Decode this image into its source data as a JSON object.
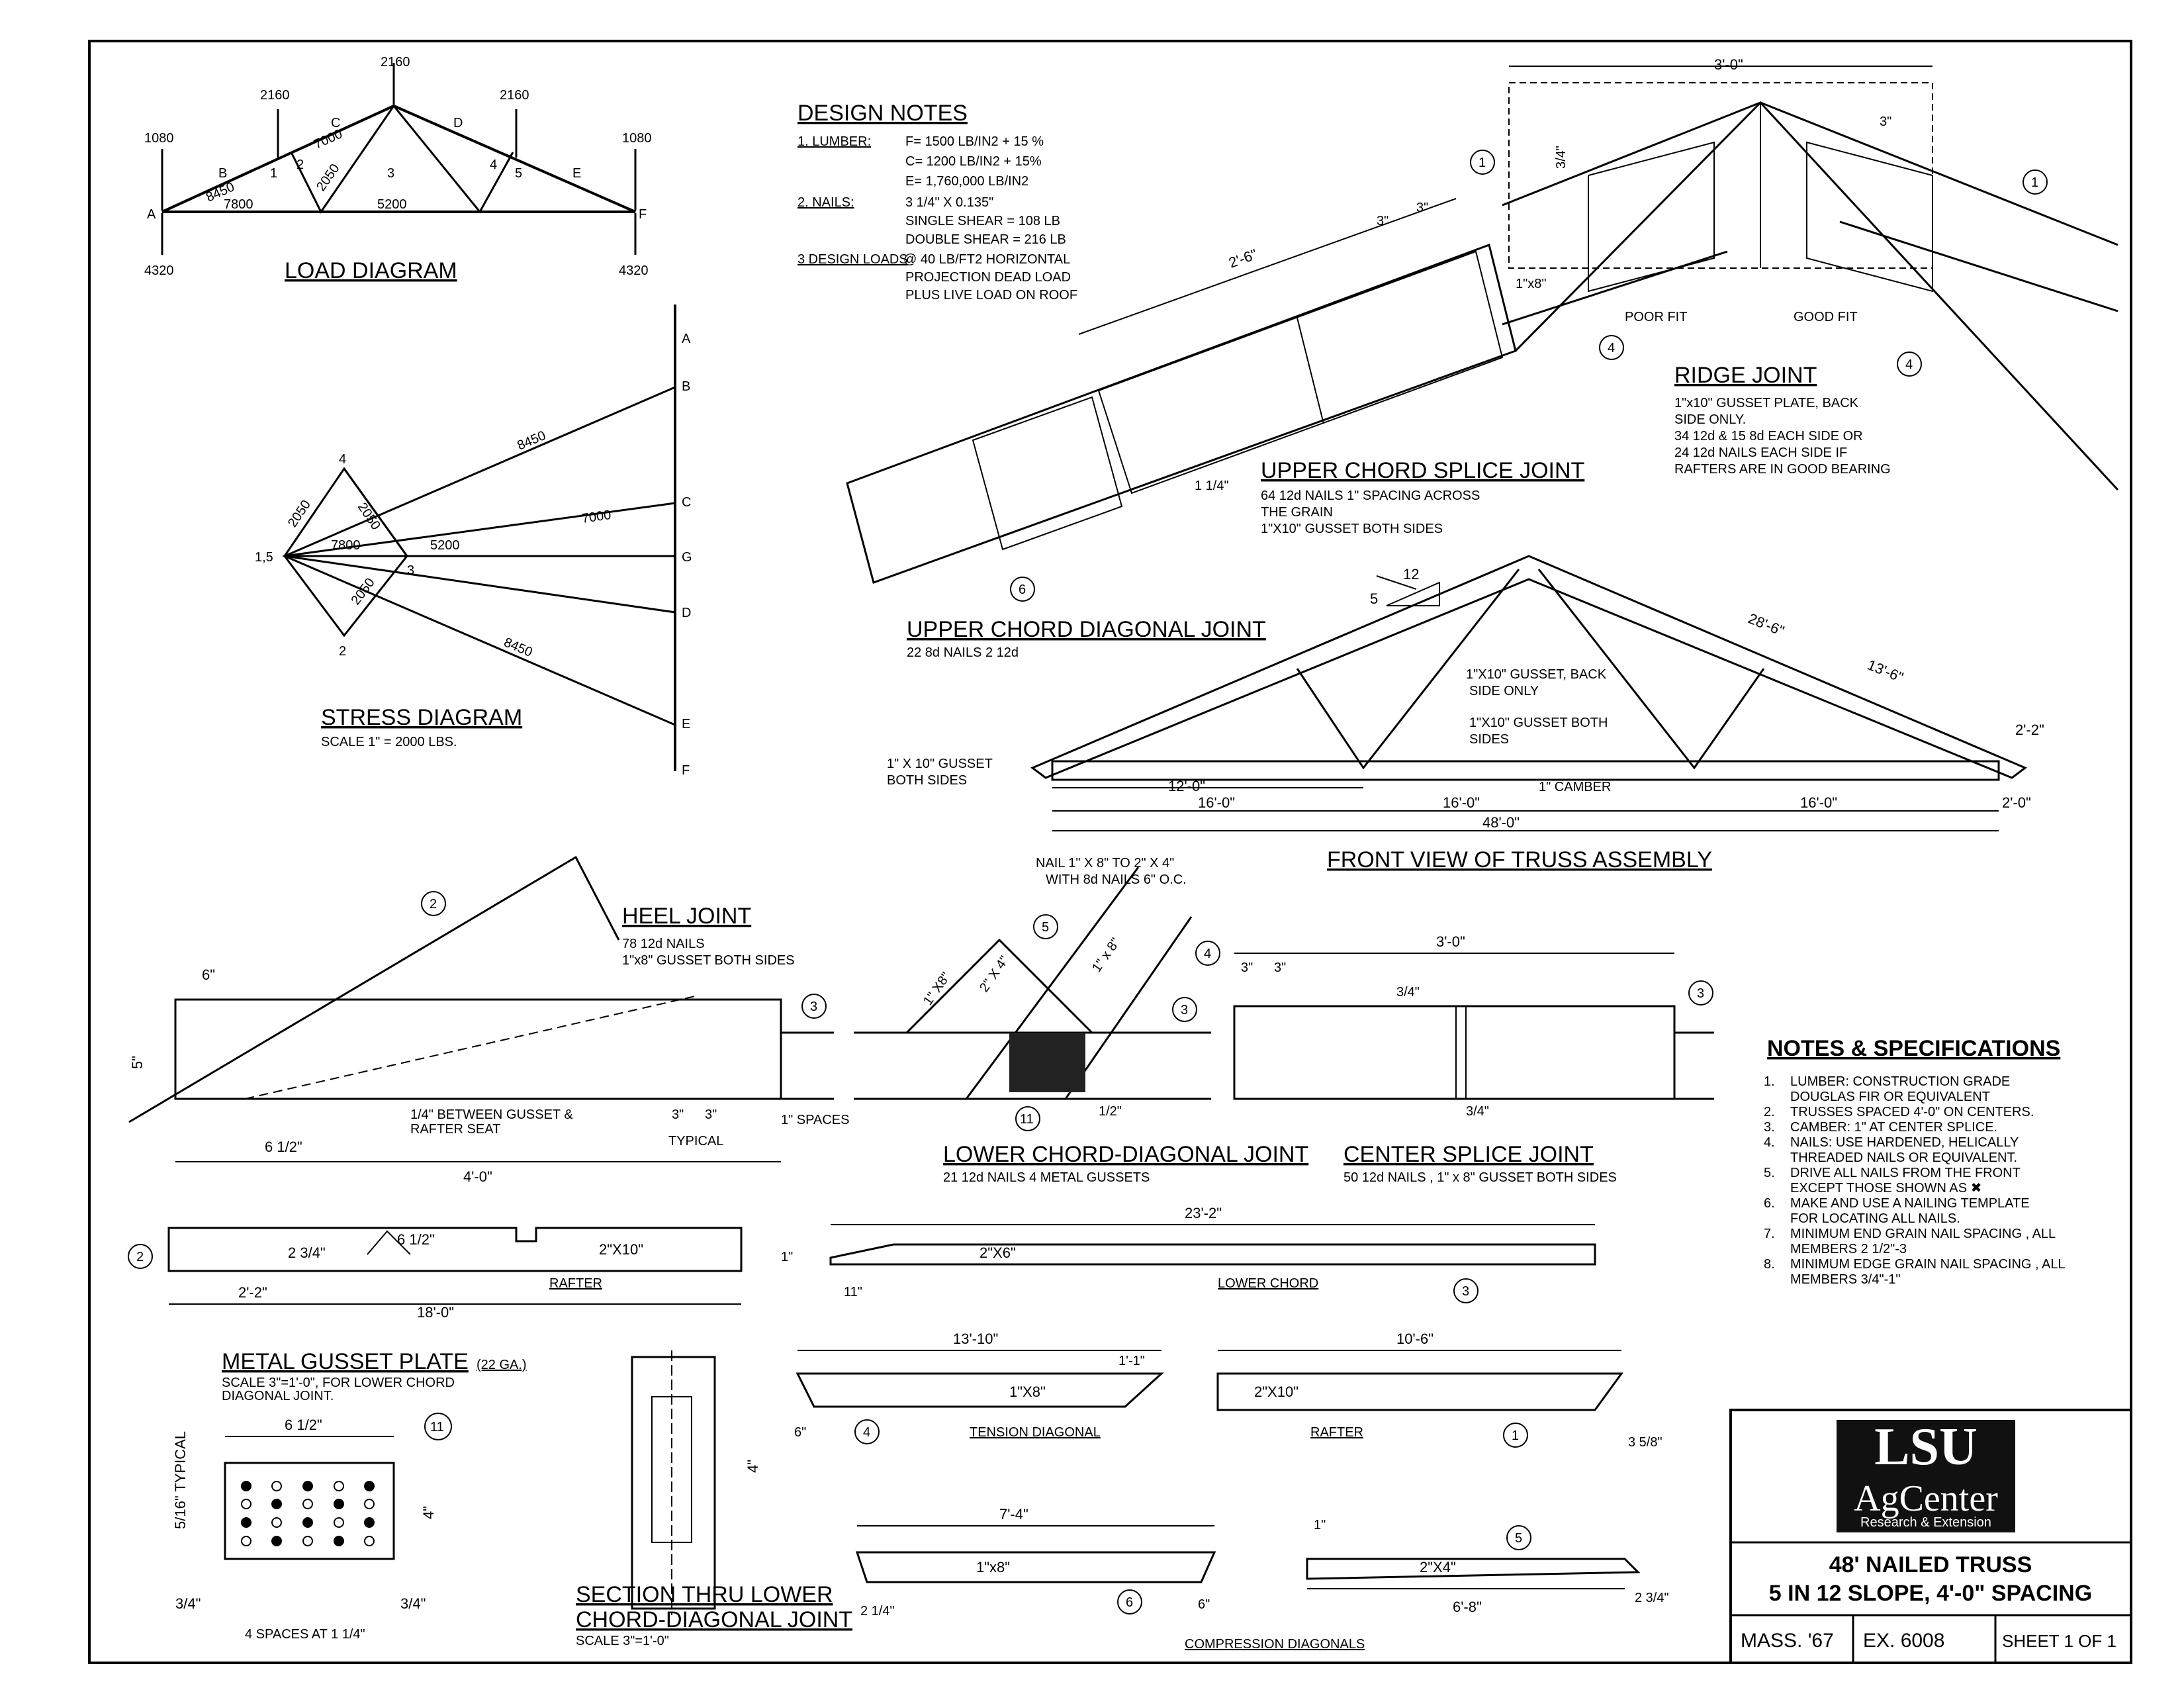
{
  "load_diagram": {
    "title": "LOAD DIAGRAM",
    "loads_top": [
      "2160",
      "2160",
      "2160"
    ],
    "loads_end": [
      "1080",
      "1080"
    ],
    "reactions": [
      "4320",
      "4320"
    ],
    "node_labels": [
      "A",
      "B",
      "C",
      "D",
      "E",
      "F",
      "1",
      "2",
      "3",
      "4",
      "5"
    ],
    "members": [
      "8450",
      "7000",
      "2050",
      "7800",
      "5200"
    ]
  },
  "stress_diagram": {
    "title": "STRESS DIAGRAM",
    "scale": "SCALE 1\" = 2000 LBS.",
    "nodes": [
      "1,5",
      "2",
      "3",
      "4"
    ],
    "line_labels": [
      "A",
      "B",
      "C",
      "G",
      "D",
      "E",
      "F"
    ],
    "values": [
      "8450",
      "8450",
      "7000",
      "2050",
      "2050",
      "2050",
      "7800",
      "5200"
    ]
  },
  "design_notes": {
    "title": "DESIGN NOTES",
    "lumber_label": "1. LUMBER:",
    "lumber": [
      "F= 1500 LB/IN2 + 15 %",
      "C= 1200 LB/IN2 + 15%",
      "E= 1,760,000 LB/IN2"
    ],
    "nails_label": "2. NAILS:",
    "nails": [
      "3 1/4\" X 0.135\"",
      "SINGLE SHEAR = 108 LB",
      "DOUBLE SHEAR = 216 LB"
    ],
    "loads_label": "3 DESIGN LOADS",
    "loads": [
      "@ 40 LB/FT2 HORIZONTAL",
      "PROJECTION DEAD LOAD",
      "PLUS LIVE LOAD ON ROOF"
    ]
  },
  "ridge_joint": {
    "title": "RIDGE JOINT",
    "lines": [
      "1\"x10\" GUSSET PLATE, BACK",
      "SIDE ONLY.",
      "34 12d & 15 8d EACH SIDE OR",
      "24 12d NAILS EACH SIDE IF",
      "RAFTERS ARE IN GOOD BEARING"
    ],
    "dims": [
      "3'-0\"",
      "3\"",
      "3/4\"",
      "1\"x8\""
    ],
    "poor_fit": "POOR FIT",
    "good_fit": "GOOD FIT",
    "tags": [
      "1",
      "1",
      "4",
      "4"
    ]
  },
  "upper_chord_splice": {
    "title": "UPPER CHORD SPLICE JOINT",
    "lines": [
      "64 12d NAILS 1\" SPACING ACROSS",
      "THE GRAIN",
      "1\"X10\" GUSSET BOTH SIDES"
    ],
    "dims": [
      "2'-6\"",
      "3\"",
      "3\"",
      "1 1/4\""
    ]
  },
  "upper_chord_diagonal": {
    "title": "UPPER CHORD DIAGONAL JOINT",
    "lines": [
      "22 8d NAILS 2 12d"
    ],
    "tag": "6"
  },
  "front_view": {
    "title": "FRONT VIEW OF TRUSS ASSEMBLY",
    "slope": [
      "12",
      "5"
    ],
    "notes": [
      "1\"X10\" GUSSET, BACK",
      "SIDE ONLY",
      "1\"X10\" GUSSET BOTH",
      "SIDES",
      "1\" X 10\" GUSSET",
      "BOTH SIDES",
      "1\" CAMBER"
    ],
    "dims": [
      "28'-6\"",
      "13'-6\"",
      "2'-2\"",
      "12'-0\"",
      "16'-0\"",
      "16'-0\"",
      "16'-0\"",
      "48'-0\"",
      "2'-0\""
    ]
  },
  "heel_joint": {
    "title": "HEEL JOINT",
    "lines": [
      "78 12d NAILS",
      "1\"x8\" GUSSET BOTH SIDES"
    ],
    "dims": [
      "6\"",
      "5\"",
      "6 1/2\"",
      "4'-0\"",
      "3\"",
      "3\"",
      "1\" SPACES"
    ],
    "notes": [
      "1/4\" BETWEEN GUSSET &",
      "RAFTER SEAT",
      "TYPICAL"
    ],
    "tags": [
      "2",
      "3"
    ]
  },
  "lower_chord_diagonal": {
    "title": "LOWER CHORD-DIAGONAL JOINT",
    "lines": [
      "21 12d NAILS  4 METAL GUSSETS"
    ],
    "notes": [
      "NAIL 1\" X 8\" TO 2\" X 4\"",
      "WITH 8d NAILS 6\" O.C."
    ],
    "labels": [
      "1\" X8\"",
      "2\" X 4\"",
      "1\" x 8\"",
      "1/2\""
    ],
    "tags": [
      "5",
      "4",
      "3",
      "11"
    ]
  },
  "center_splice": {
    "title": "CENTER SPLICE JOINT",
    "lines": [
      "50 12d NAILS , 1\" x 8\" GUSSET BOTH SIDES"
    ],
    "dims": [
      "3'-0\"",
      "3\"",
      "3\"",
      "3/4\"",
      "3/4\""
    ],
    "tag": "3"
  },
  "notes_specs": {
    "title": "NOTES & SPECIFICATIONS",
    "items": [
      {
        "num": "1.",
        "lines": [
          "LUMBER: CONSTRUCTION GRADE",
          "DOUGLAS FIR OR EQUIVALENT"
        ]
      },
      {
        "num": "2.",
        "lines": [
          "TRUSSES SPACED 4'-0\" ON CENTERS."
        ]
      },
      {
        "num": "3.",
        "lines": [
          "CAMBER: 1\" AT CENTER SPLICE."
        ]
      },
      {
        "num": "4.",
        "lines": [
          "NAILS: USE HARDENED, HELICALLY",
          "THREADED NAILS OR EQUIVALENT."
        ]
      },
      {
        "num": "5.",
        "lines": [
          "DRIVE ALL NAILS FROM THE FRONT",
          "EXCEPT THOSE SHOWN AS ✖"
        ]
      },
      {
        "num": "6.",
        "lines": [
          "MAKE AND USE A NAILING TEMPLATE",
          "FOR LOCATING ALL NAILS."
        ]
      },
      {
        "num": "7.",
        "lines": [
          "MINIMUM END GRAIN NAIL SPACING , ALL",
          "MEMBERS 2 1/2\"-3"
        ]
      },
      {
        "num": "8.",
        "lines": [
          "MINIMUM EDGE GRAIN NAIL SPACING , ALL",
          "MEMBERS 3/4\"-1\""
        ]
      }
    ]
  },
  "rafter_part": {
    "label": "RAFTER",
    "size": "2\"X10\"",
    "dims": [
      "2 3/4\"",
      "6 1/2\"",
      "2'-2\"",
      "18'-0\""
    ],
    "tag": "2"
  },
  "lower_chord_part": {
    "label": "LOWER CHORD",
    "size": "2\"X6\"",
    "dims": [
      "23'-2\"",
      "1\"",
      "11\""
    ],
    "tag": "3"
  },
  "tension_diagonal": {
    "label": "TENSION DIAGONAL",
    "size": "1\"X8\"",
    "dims": [
      "13'-10\"",
      "1'-1\"",
      "6\""
    ],
    "tag": "4"
  },
  "rafter_part2": {
    "label": "RAFTER",
    "size": "2\"X10\"",
    "dims": [
      "10'-6\"",
      "3 5/8\""
    ],
    "tag": "1"
  },
  "metal_gusset": {
    "title": "METAL GUSSET PLATE",
    "gauge": "(22 GA.)",
    "scale_lines": [
      "SCALE 3\"=1'-0\",  FOR LOWER CHORD",
      "DIAGONAL JOINT."
    ],
    "dims": [
      "6 1/2\"",
      "4\"",
      "3/4\"",
      "3/4\"",
      "5/16\" TYPICAL"
    ],
    "spaces": "4 SPACES AT 1 1/4\"",
    "tag": "11"
  },
  "section": {
    "title_lines": [
      "SECTION THRU LOWER",
      "CHORD-DIAGONAL JOINT"
    ],
    "scale": "SCALE  3\"=1'-0\"",
    "dim": "4\""
  },
  "compression_diagonals": {
    "label": "COMPRESSION DIAGONALS",
    "left": {
      "size": "1\"x8\"",
      "dims": [
        "7'-4\"",
        "2 1/4\"",
        "6\""
      ],
      "tag": "6"
    },
    "right": {
      "size": "2\"X4\"",
      "dims": [
        "6'-8\"",
        "1\"",
        "2 3/4\""
      ],
      "tag": "5"
    }
  },
  "title_block": {
    "logo_top": "LSU",
    "logo_mid": "AgCenter",
    "logo_sub": "Research & Extension",
    "title_lines": [
      "48' NAILED TRUSS",
      "5 IN 12 SLOPE, 4'-0\" SPACING"
    ],
    "cells": [
      "MASS. '67",
      "EX. 6008",
      "SHEET 1 OF 1"
    ]
  }
}
